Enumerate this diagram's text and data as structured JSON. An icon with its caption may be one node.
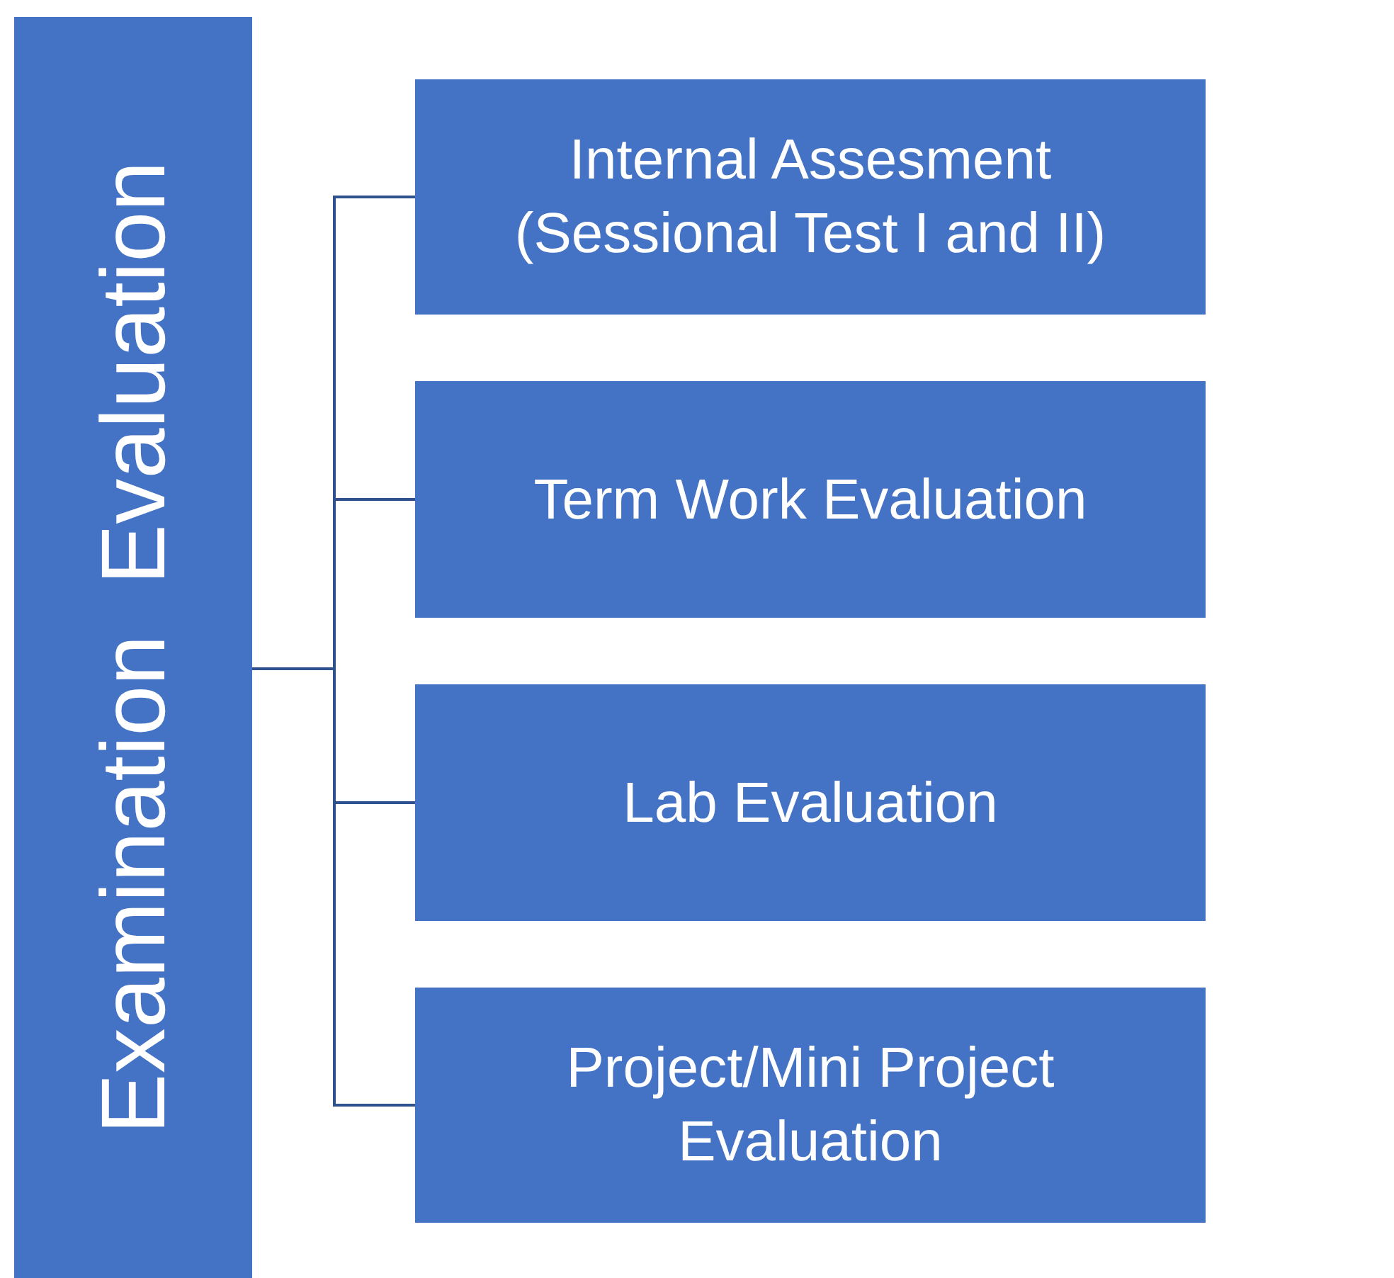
{
  "diagram": {
    "nodes": [
      {
        "text": [
          "Examination  Evaluation"
        ]
      },
      {
        "text": [
          "Internal Assesment (Sessional Test I and II)"
        ]
      },
      {
        "text": [
          "Term Work Evaluation"
        ]
      },
      {
        "text": [
          "Lab Evaluation"
        ]
      },
      {
        "text": [
          "Project/Mini Project Evaluation"
        ]
      }
    ],
    "edges": [
      {
        "from": 0,
        "to": 1,
        "arrow": "none"
      },
      {
        "from": 0,
        "to": 2,
        "arrow": "none"
      },
      {
        "from": 0,
        "to": 3,
        "arrow": "none"
      },
      {
        "from": 0,
        "to": 4,
        "arrow": "none"
      }
    ]
  }
}
